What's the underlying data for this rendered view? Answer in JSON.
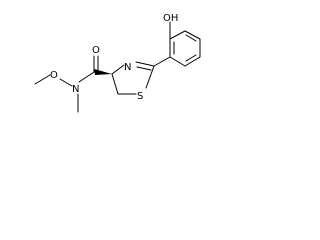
{
  "atom_labels": {
    "hydroxyl": "OH",
    "ring_nitrogen": "N",
    "ring_sulfur": "S",
    "carbonyl_oxygen": "O",
    "amide_nitrogen": "N",
    "methoxy_oxygen": "O"
  },
  "colors": {
    "ink": "#000000",
    "background": "#ffffff"
  }
}
